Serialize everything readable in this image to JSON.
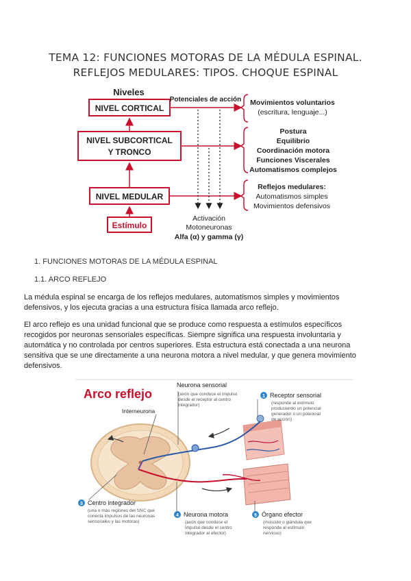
{
  "title": {
    "line1": "TEMA 12: FUNCIONES MOTORAS DE LA MÉDULA ESPINAL.",
    "line2": "REFLEJOS MEDULARES: TIPOS. CHOQUE ESPINAL"
  },
  "diagram": {
    "niveles_label": "Niveles",
    "nivel_cortical": "NIVEL CORTICAL",
    "nivel_subcortical_1": "NIVEL SUBCORTICAL",
    "nivel_subcortical_2": "Y TRONCO",
    "nivel_medular": "NIVEL MEDULAR",
    "estimulo": "Estímulo",
    "potenciales": "Potenciales de acción",
    "mov_voluntarios": "Movimientos voluntarios",
    "escritura": "(escritura, lenguaje...)",
    "postura": "Postura",
    "equilibrio": "Equilibrio",
    "coordinacion": "Coordinación motora",
    "funciones_viscerales": "Funciones Viscerales",
    "automatismos_complejos": "Automatismos complejos",
    "reflejos_medulares": "Reflejos medulares:",
    "automatismos_simples": "Automatismos simples",
    "movimientos_defensivos": "Movimientos defensivos",
    "activacion": "Activación",
    "motoneuronas": "Motoneuronas",
    "alfa_gamma": "Alfa (α) y gamma (γ)",
    "accent_red": "#c8102e"
  },
  "section": {
    "h1": "1.    FUNCIONES MOTORAS DE LA MÉDULA ESPINAL",
    "h2": "1.1. ARCO REFLEJO",
    "p1": "   La médula espinal se encarga de los reflejos medulares, automatismos simples y movimientos defensivos, y los ejecuta gracias a una estructura física llamada arco reflejo.",
    "p2": "   El arco reflejo es una unidad funcional que se produce como respuesta a estímulos específicos recogidos por neuronas sensoriales específicas. Siempre significa una respuesta involuntaria y automática y no controlada por centros superiores. Esta estructura está conectada a una neurona sensitiva que se une directamente a una neurona motora a nivel medular, y que genera movimiento defensivos."
  },
  "arco": {
    "title": "Arco reflejo",
    "neurona_sensorial": "Neurona sensorial",
    "neurona_sensorial_desc1": "(axón que conduce el impulso",
    "neurona_sensorial_desc2": "desde el receptor al centro",
    "neurona_sensorial_desc3": "integrador)",
    "interneurona": "Interneurona",
    "receptor_num": "1",
    "receptor": "Receptor sensorial",
    "receptor_desc1": "(responde al estímulo",
    "receptor_desc2": "produciendo un potencial",
    "receptor_desc3": "generador o un potencial",
    "receptor_desc4": "de acción)",
    "centro_num": "3",
    "centro": "Centro integrador",
    "centro_desc1": "(una o más regiones del SNC que",
    "centro_desc2": "conecta impulsos de las neuronas",
    "centro_desc3": "sensoriales y las motoras)",
    "motora_num": "4",
    "neurona_motora": "Neurona motora",
    "motora_desc1": "(axón que conduce el",
    "motora_desc2": "impulso desde el centro",
    "motora_desc3": "integrador al efector)",
    "efector_num": "5",
    "organo_efector": "Órgano efector",
    "efector_desc1": "(músculo o glándula que",
    "efector_desc2": "responde al estímulo",
    "efector_desc3": "nervioso)"
  }
}
